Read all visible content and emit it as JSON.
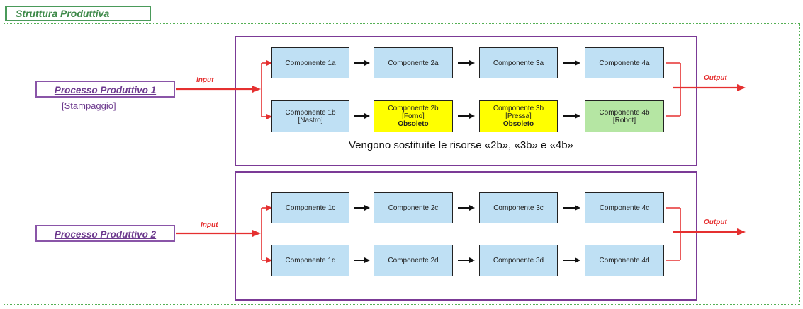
{
  "title": "Struttura Produttiva",
  "caption": "Vengono sostituite le risorse «2b», «3b» e «4b»",
  "process1": {
    "label": "Processo Produttivo 1",
    "sublabel": "[Stampaggio]",
    "input": "Input",
    "output": "Output",
    "row_a": [
      {
        "lines": [
          "Componente 1a"
        ]
      },
      {
        "lines": [
          "Componente 2a"
        ]
      },
      {
        "lines": [
          "Componente 3a"
        ]
      },
      {
        "lines": [
          "Componente 4a"
        ]
      }
    ],
    "row_b": [
      {
        "lines": [
          "Componente 1b",
          "[Nastro]"
        ]
      },
      {
        "lines": [
          "Componente 2b",
          "[Forno]"
        ],
        "status": "Obsoleto"
      },
      {
        "lines": [
          "Componente 3b",
          "[Pressa]"
        ],
        "status": "Obsoleto"
      },
      {
        "lines": [
          "Componente 4b",
          "[Robot]"
        ]
      }
    ]
  },
  "process2": {
    "label": "Processo Produttivo 2",
    "input": "Input",
    "output": "Output",
    "row_c": [
      {
        "lines": [
          "Componente 1c"
        ]
      },
      {
        "lines": [
          "Componente 2c"
        ]
      },
      {
        "lines": [
          "Componente 3c"
        ]
      },
      {
        "lines": [
          "Componente 4c"
        ]
      }
    ],
    "row_d": [
      {
        "lines": [
          "Componente 1d"
        ]
      },
      {
        "lines": [
          "Componente 2d"
        ]
      },
      {
        "lines": [
          "Componente 3d"
        ]
      },
      {
        "lines": [
          "Componente 4d"
        ]
      }
    ]
  },
  "colors": {
    "component_fill": "#bfe0f4",
    "obsolete_fill": "#ffff00",
    "replacement_fill": "#b5e6a3",
    "frame": "#7b3a96",
    "arrow_red": "#e53030",
    "title_green": "#3f8a4a"
  }
}
